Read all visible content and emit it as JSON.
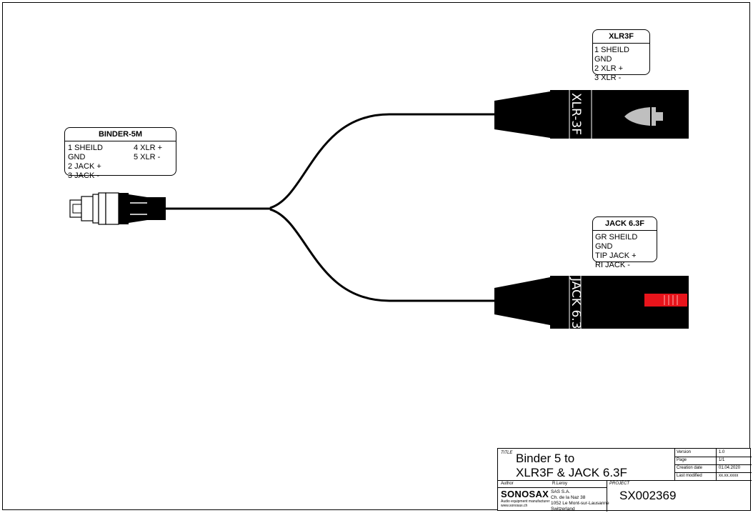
{
  "connectors": {
    "binder": {
      "title": "BINDER-5M",
      "pins_left": [
        "1 SHEILD GND",
        "2 JACK +",
        "3 JACK -"
      ],
      "pins_right": [
        "4 XLR +",
        "5 XLR -"
      ]
    },
    "xlr": {
      "title": "XLR3F",
      "pins": [
        "1 SHEILD GND",
        "2 XLR +",
        "3 XLR -"
      ],
      "body_label": "XLR-3F"
    },
    "jack": {
      "title": "JACK 6.3F",
      "pins": [
        "GR SHEILD GND",
        "TIP JACK +",
        "RI JACK -"
      ],
      "body_label": "JACK 6.3"
    }
  },
  "title_block": {
    "title_caption": "TITLE",
    "title_line1": "Binder 5 to",
    "title_line2": "XLR3F & JACK 6.3F",
    "version_label": "Version",
    "version": "1.0",
    "page_label": "Page",
    "page": "1/1",
    "created_label": "Creation date",
    "created": "01.04.2020",
    "modified_label": "Last modified",
    "modified": "xx.xx.xxxx",
    "author_label": "Author",
    "author": "R.Leroy",
    "project_label": "PROJECT",
    "project": "SX002369",
    "company_logo": "SONOSAX",
    "company_tagline": "Audio equipment manufacturer",
    "company_web": "www.sonosax.ch",
    "address": [
      "SAS S.A.",
      "Ch. de la Naz 38",
      "1052 Le Mont-sur-Lausanne",
      "Switzerland"
    ]
  },
  "colors": {
    "connector_body": "#000000",
    "jack_accent": "#e8141b",
    "xlr_socket": "#bfbfbf"
  }
}
